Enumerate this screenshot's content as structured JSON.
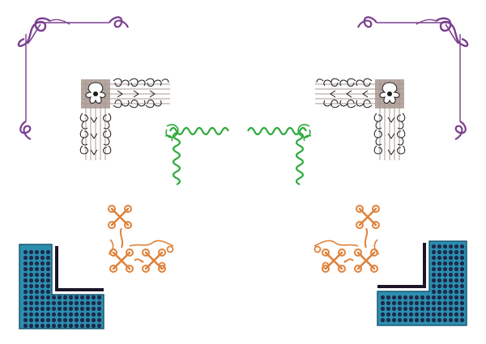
{
  "colors": {
    "background": "#ffffff",
    "purple": "#7a3e8f",
    "taupe": "#a89890",
    "taupe_dark": "#6e625c",
    "outline": "#1a1a1a",
    "green": "#2eaa3c",
    "orange": "#e0823a",
    "teal": "#2c8fb0",
    "dot": "#1d2a4a",
    "corner_line": "#1c1428"
  },
  "ornaments": [
    {
      "name": "purple-flourish-corner-top-left",
      "style": "scroll-flourish",
      "color_key": "purple"
    },
    {
      "name": "purple-flourish-corner-top-right",
      "style": "scroll-flourish",
      "color_key": "purple"
    },
    {
      "name": "lace-corner-top-left",
      "style": "lace-band",
      "color_key": "taupe"
    },
    {
      "name": "lace-corner-top-right",
      "style": "lace-band",
      "color_key": "taupe"
    },
    {
      "name": "green-vine-corner-left",
      "style": "twisted-vine",
      "color_key": "green"
    },
    {
      "name": "green-vine-corner-right",
      "style": "twisted-vine",
      "color_key": "green"
    },
    {
      "name": "orange-knot-corner-left",
      "style": "celtic-knot",
      "color_key": "orange"
    },
    {
      "name": "orange-knot-corner-right",
      "style": "celtic-knot",
      "color_key": "orange"
    },
    {
      "name": "teal-dotted-corner-bottom-left",
      "style": "dotted-block",
      "color_key": "teal"
    },
    {
      "name": "teal-dotted-corner-bottom-right",
      "style": "dotted-block",
      "color_key": "teal"
    }
  ]
}
